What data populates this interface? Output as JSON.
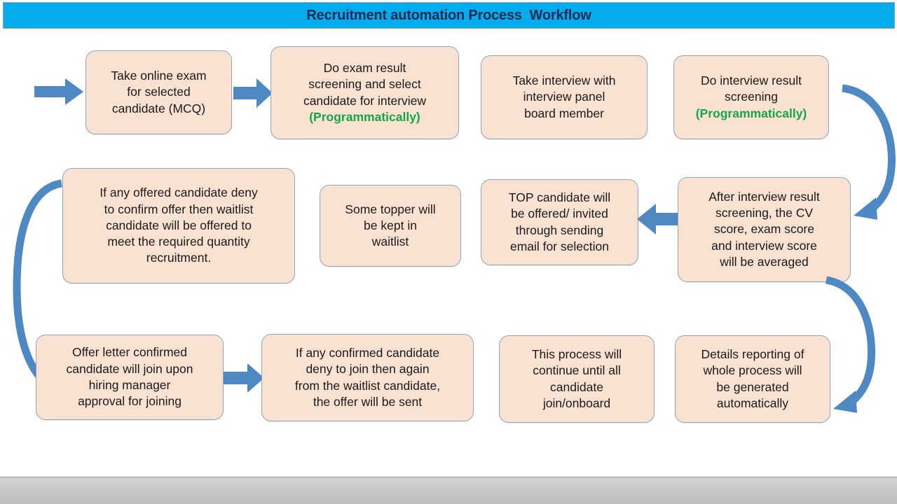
{
  "title": {
    "text": "Recruitment automation Process  Workflow",
    "banner_color": "#05ACEB",
    "text_color": "#1F2B56"
  },
  "theme": {
    "box_fill": "#FAE2D2",
    "box_border": "#8FA7BC",
    "arrow_color": "#4E89C4",
    "highlight_green": "#17A44B",
    "bottom_bar": "#C6C6C6"
  },
  "nodes": [
    {
      "id": "take-online-exam",
      "row": 1,
      "text": "Take online exam\nfor selected\ncandidate (MCQ)",
      "note": ""
    },
    {
      "id": "exam-result-screening",
      "row": 1,
      "text": "Do exam result\nscreening and select\ncandidate for interview",
      "note": "(Programmatically)"
    },
    {
      "id": "take-interview",
      "row": 1,
      "text": "Take interview with\ninterview panel\nboard member",
      "note": ""
    },
    {
      "id": "interview-result-screening",
      "row": 1,
      "text": "Do interview result\nscreening",
      "note": "(Programmatically)"
    },
    {
      "id": "waitlist-offer",
      "row": 2,
      "text": "If  any offered candidate deny\nto confirm offer then waitlist\ncandidate will be offered to\nmeet the required quantity\nrecruitment.",
      "note": ""
    },
    {
      "id": "topper-waitlist",
      "row": 2,
      "text": "Some topper will\nbe kept in\nwaitlist",
      "note": ""
    },
    {
      "id": "top-candidate-offer",
      "row": 2,
      "text": "TOP candidate will\nbe offered/ invited\nthrough sending\nemail for selection",
      "note": ""
    },
    {
      "id": "score-average",
      "row": 2,
      "text": "After interview result\nscreening, the CV\nscore, exam score\nand interview score\nwill be averaged",
      "note": ""
    },
    {
      "id": "offer-letter-join",
      "row": 3,
      "text": "Offer letter confirmed\ncandidate will join upon\nhiring manager\napproval for joining",
      "note": ""
    },
    {
      "id": "deny-to-join",
      "row": 3,
      "text": "If any confirmed candidate\ndeny to join then again\nfrom the waitlist candidate,\nthe offer will be sent",
      "note": ""
    },
    {
      "id": "process-continue",
      "row": 3,
      "text": "This process will\ncontinue until all\ncandidate\njoin/onboard",
      "note": ""
    },
    {
      "id": "details-reporting",
      "row": 3,
      "text": "Details reporting of\nwhole process will\nbe generated\nautomatically",
      "note": ""
    }
  ],
  "connectors": [
    {
      "id": "entry-arrow",
      "kind": "straight-right"
    },
    {
      "id": "exam-to-screening-arrow",
      "kind": "straight-right"
    },
    {
      "id": "screening-to-top-arrow",
      "kind": "straight-left"
    },
    {
      "id": "offer-to-deny-arrow",
      "kind": "straight-right"
    },
    {
      "id": "row1-to-row2-curve",
      "kind": "curved-down"
    },
    {
      "id": "row2-to-row3-left-curve",
      "kind": "curved-down"
    },
    {
      "id": "row2-to-row3-right-curve",
      "kind": "curved-down"
    }
  ]
}
